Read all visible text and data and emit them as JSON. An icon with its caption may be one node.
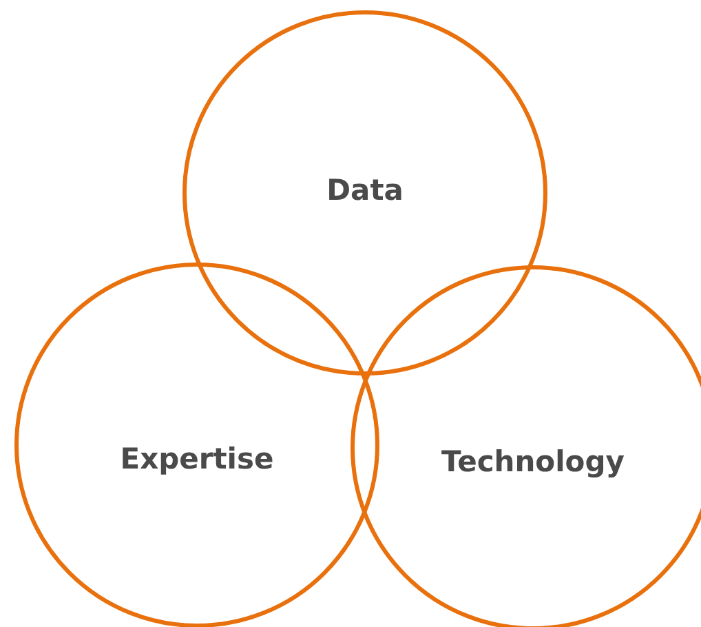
{
  "diagram": {
    "nodes": [
      {
        "text": [
          "Data"
        ]
      },
      {
        "text": [
          "Expertise"
        ]
      },
      {
        "text": [
          "Technology"
        ]
      }
    ]
  }
}
